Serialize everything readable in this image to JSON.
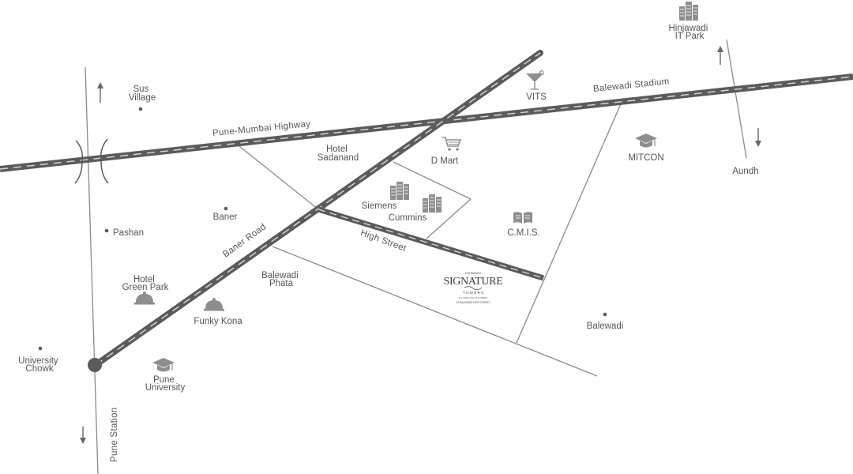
{
  "map": {
    "roads": {
      "highway": "Pune-Mumbai Highway",
      "stadium": "Balewadi Stadium",
      "baner_road": "Baner Road",
      "high_street": "High Street",
      "pune_station": "Pune Station"
    },
    "places": {
      "sus": [
        "Sus",
        "Village"
      ],
      "hotel_sadanand": [
        "Hotel",
        "Sadanand"
      ],
      "dmart": "D Mart",
      "vits": "VITS",
      "hinjawadi": [
        "Hinjawadi",
        "IT Park"
      ],
      "mitcon": "MITCON",
      "aundh": "Aundh",
      "baner": "Baner",
      "pashan": "Pashan",
      "siemens": "Siemens",
      "cummins": "Cummins",
      "cmis": "C.M.I.S.",
      "hotel_green_park": [
        "Hotel",
        "Green Park"
      ],
      "balewadi_phata": [
        "Balewadi",
        "Phata"
      ],
      "funky_kona": "Funky Kona",
      "balewadi": "Balewadi",
      "university_chowk": [
        "University",
        "Chowk"
      ],
      "pune_university": [
        "Pune",
        "University"
      ]
    },
    "project": {
      "brand": "SIGNATURE",
      "pre": "KALPATARU",
      "sub": "T O W E R S",
      "tag1": "3 & 4 BHK MULTI-STOREY",
      "tag2": "AT BALEWADI HIGH STREET"
    },
    "icons": {
      "cocktail": "cocktail-glass-icon",
      "cart": "shopping-cart-icon",
      "buildings": "office-buildings-icon",
      "grad_cap": "graduation-cap-icon",
      "book": "open-book-icon",
      "cloche": "food-cloche-icon",
      "arrows": "direction-arrow-icon"
    },
    "colors": {
      "road_fill": "#5b5b5b",
      "road_dash": "#d8d8d8",
      "thin_road": "#8a8a8a",
      "text": "#555555",
      "background": "#ffffff"
    }
  }
}
